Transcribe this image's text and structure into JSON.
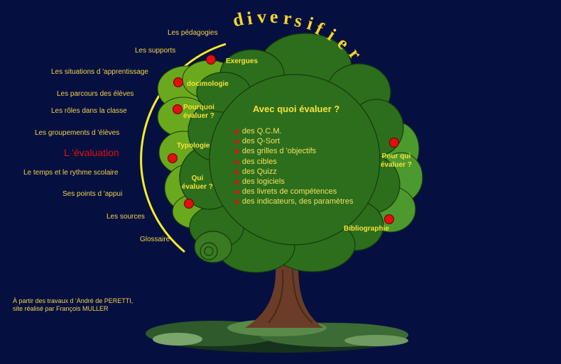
{
  "title_letters": [
    "d",
    "i",
    "v",
    "e",
    "r",
    "s",
    "i",
    "f",
    "i",
    "e",
    "r"
  ],
  "menu": [
    {
      "label": "Les pédagogies"
    },
    {
      "label": "Les supports"
    },
    {
      "label": "Les situations d 'apprentissage"
    },
    {
      "label": "Les parcours des élèves"
    },
    {
      "label": "Les rôles dans la classe"
    },
    {
      "label": "Les groupements d 'élèves"
    },
    {
      "label": "L 'évaluation"
    },
    {
      "label": "Le temps et le rythme scolaire"
    },
    {
      "label": "Ses points d 'appui"
    },
    {
      "label": "Les sources"
    },
    {
      "label": "Glossaire"
    }
  ],
  "tree": {
    "exergues": "Exergues",
    "docimologie": "docimologie",
    "pourquoi_1": "Pourquoi",
    "pourquoi_2": "évaluer ?",
    "typologie": "Typologie",
    "qui_1": "Qui",
    "qui_2": "évaluer ?",
    "pourqui_1": "Pour qui",
    "pourqui_2": "évaluer ?",
    "bibliographie": "Bibliographie"
  },
  "center_title": "Avec quoi évaluer ?",
  "tools": [
    "des Q.C.M.",
    "des Q-Sort",
    "des grilles d 'objectifs",
    "des cibles",
    "des Quizz",
    "des logiciels",
    "des livrets de compétences",
    "des indicateurs, des paramètres"
  ],
  "credits": {
    "line1": "À partir des travaux d 'André de PERETTI,",
    "line2": "site réalisé par François MULLER"
  },
  "colors": {
    "background": "#061040",
    "menu_text": "#f3d24a",
    "active_menu": "#e01010",
    "foliage_dark": "#2d6e1c",
    "foliage_light": "#6aa81e",
    "trunk": "#6b3d28",
    "bullet": "#e01010",
    "arc": "#f5ec2a"
  }
}
